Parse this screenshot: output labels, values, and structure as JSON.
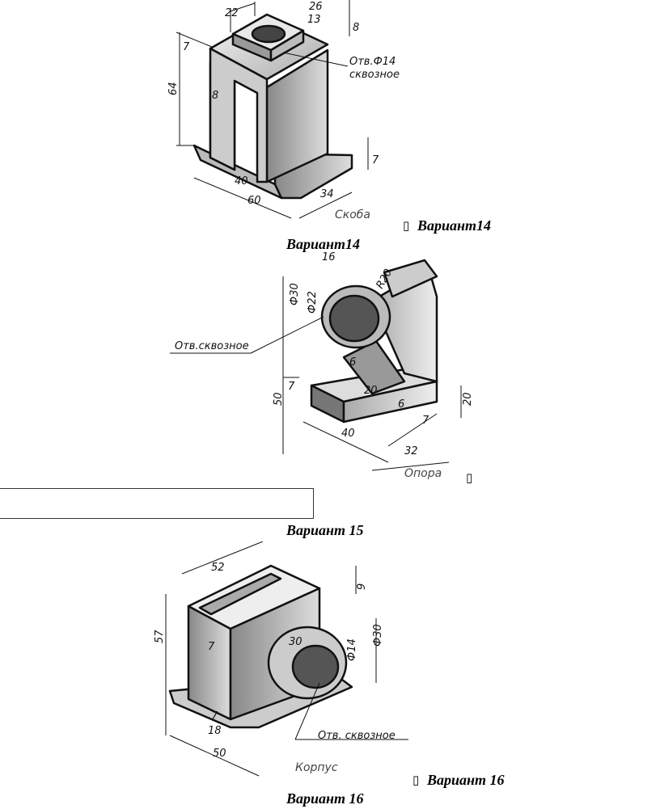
{
  "variant14": {
    "caption_right": "Вариант14",
    "caption_center": "Вариант14",
    "marker": "▯",
    "drawing": {
      "name": "Скоба",
      "hole_note_1": "Отв.Ф14",
      "hole_note_2": "сквозное",
      "dims": [
        "22",
        "26",
        "13",
        "8",
        "7",
        "64",
        "8",
        "7",
        "40",
        "60",
        "34"
      ]
    }
  },
  "variant15": {
    "caption": "Вариант 15",
    "marker": "▯",
    "drawing": {
      "name": "Опора",
      "hole_note": "Отв.сквозное",
      "dims": [
        "16",
        "Ф30",
        "Ф22",
        "R20",
        "7",
        "50",
        "6",
        "20",
        "6",
        "20",
        "7",
        "40",
        "32"
      ]
    }
  },
  "variant16": {
    "caption_right": "Вариант 16",
    "caption_center": "Вариант 16",
    "marker": "▯",
    "drawing": {
      "name": "Корпус",
      "hole_note": "Отв. сквозное",
      "dims": [
        "52",
        "9",
        "57",
        "30",
        "Ф14",
        "Ф30",
        "7",
        "7",
        "18",
        "50"
      ]
    }
  }
}
